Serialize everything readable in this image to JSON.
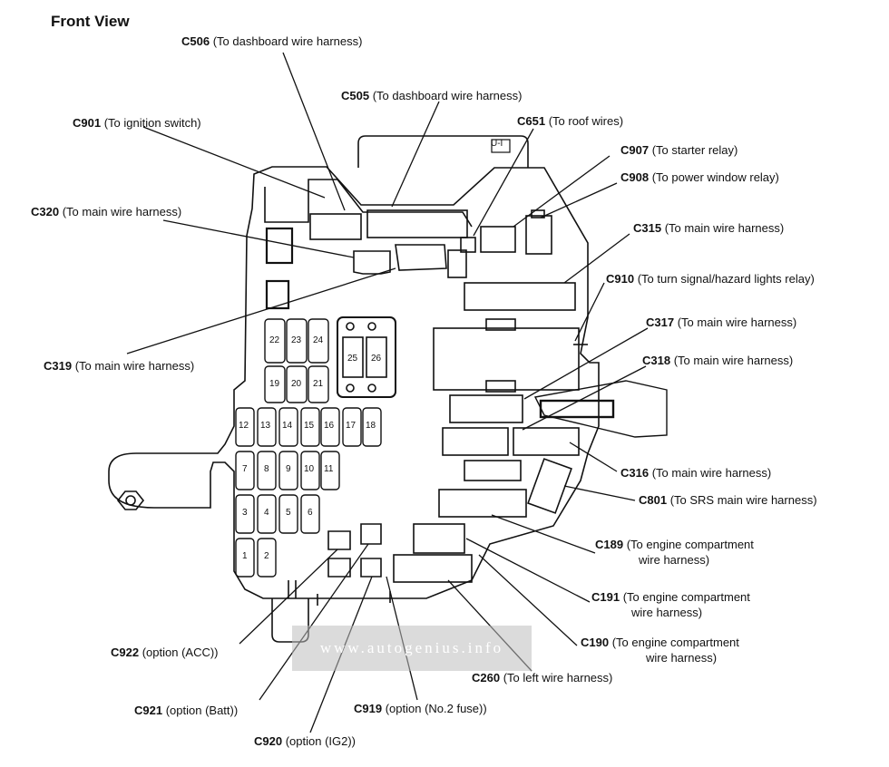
{
  "title": "Front View",
  "box_mark": "U-I",
  "watermark": "www.autogenius.info",
  "labels": {
    "c506": {
      "code": "C506",
      "desc": "(To dashboard wire harness)"
    },
    "c505": {
      "code": "C505",
      "desc": "(To dashboard wire harness)"
    },
    "c901": {
      "code": "C901",
      "desc": "(To ignition switch)"
    },
    "c651": {
      "code": "C651",
      "desc": "(To roof wires)"
    },
    "c907": {
      "code": "C907",
      "desc": "(To starter relay)"
    },
    "c908": {
      "code": "C908",
      "desc": "(To power window relay)"
    },
    "c320": {
      "code": "C320",
      "desc": "(To main wire harness)"
    },
    "c315": {
      "code": "C315",
      "desc": "(To main wire harness)"
    },
    "c910": {
      "code": "C910",
      "desc": "(To turn signal/hazard lights relay)"
    },
    "c317": {
      "code": "C317",
      "desc": "(To main wire harness)"
    },
    "c319": {
      "code": "C319",
      "desc": "(To main wire harness)"
    },
    "c318": {
      "code": "C318",
      "desc": "(To main wire harness)"
    },
    "c316": {
      "code": "C316",
      "desc": "(To main wire harness)"
    },
    "c801": {
      "code": "C801",
      "desc": "(To SRS main wire harness)"
    },
    "c189": {
      "code": "C189",
      "desc": "(To engine compartment",
      "desc2": "wire harness)"
    },
    "c191": {
      "code": "C191",
      "desc": "(To engine compartment",
      "desc2": "wire harness)"
    },
    "c190": {
      "code": "C190",
      "desc": "(To engine compartment",
      "desc2": "wire harness)"
    },
    "c260": {
      "code": "C260",
      "desc": "(To left wire harness)"
    },
    "c922": {
      "code": "C922",
      "desc": "(option (ACC))"
    },
    "c921": {
      "code": "C921",
      "desc": "(option (Batt))"
    },
    "c919": {
      "code": "C919",
      "desc": "(option (No.2 fuse))"
    },
    "c920": {
      "code": "C920",
      "desc": "(option (IG2))"
    }
  },
  "fuses": {
    "f22": "22",
    "f23": "23",
    "f24": "24",
    "f25": "25",
    "f26": "26",
    "f19": "19",
    "f20": "20",
    "f21": "21",
    "f12": "12",
    "f13": "13",
    "f14": "14",
    "f15": "15",
    "f16": "16",
    "f17": "17",
    "f18": "18",
    "f7": "7",
    "f8": "8",
    "f9": "9",
    "f10": "10",
    "f11": "11",
    "f3": "3",
    "f4": "4",
    "f5": "5",
    "f6": "6",
    "f1": "1",
    "f2": "2"
  }
}
